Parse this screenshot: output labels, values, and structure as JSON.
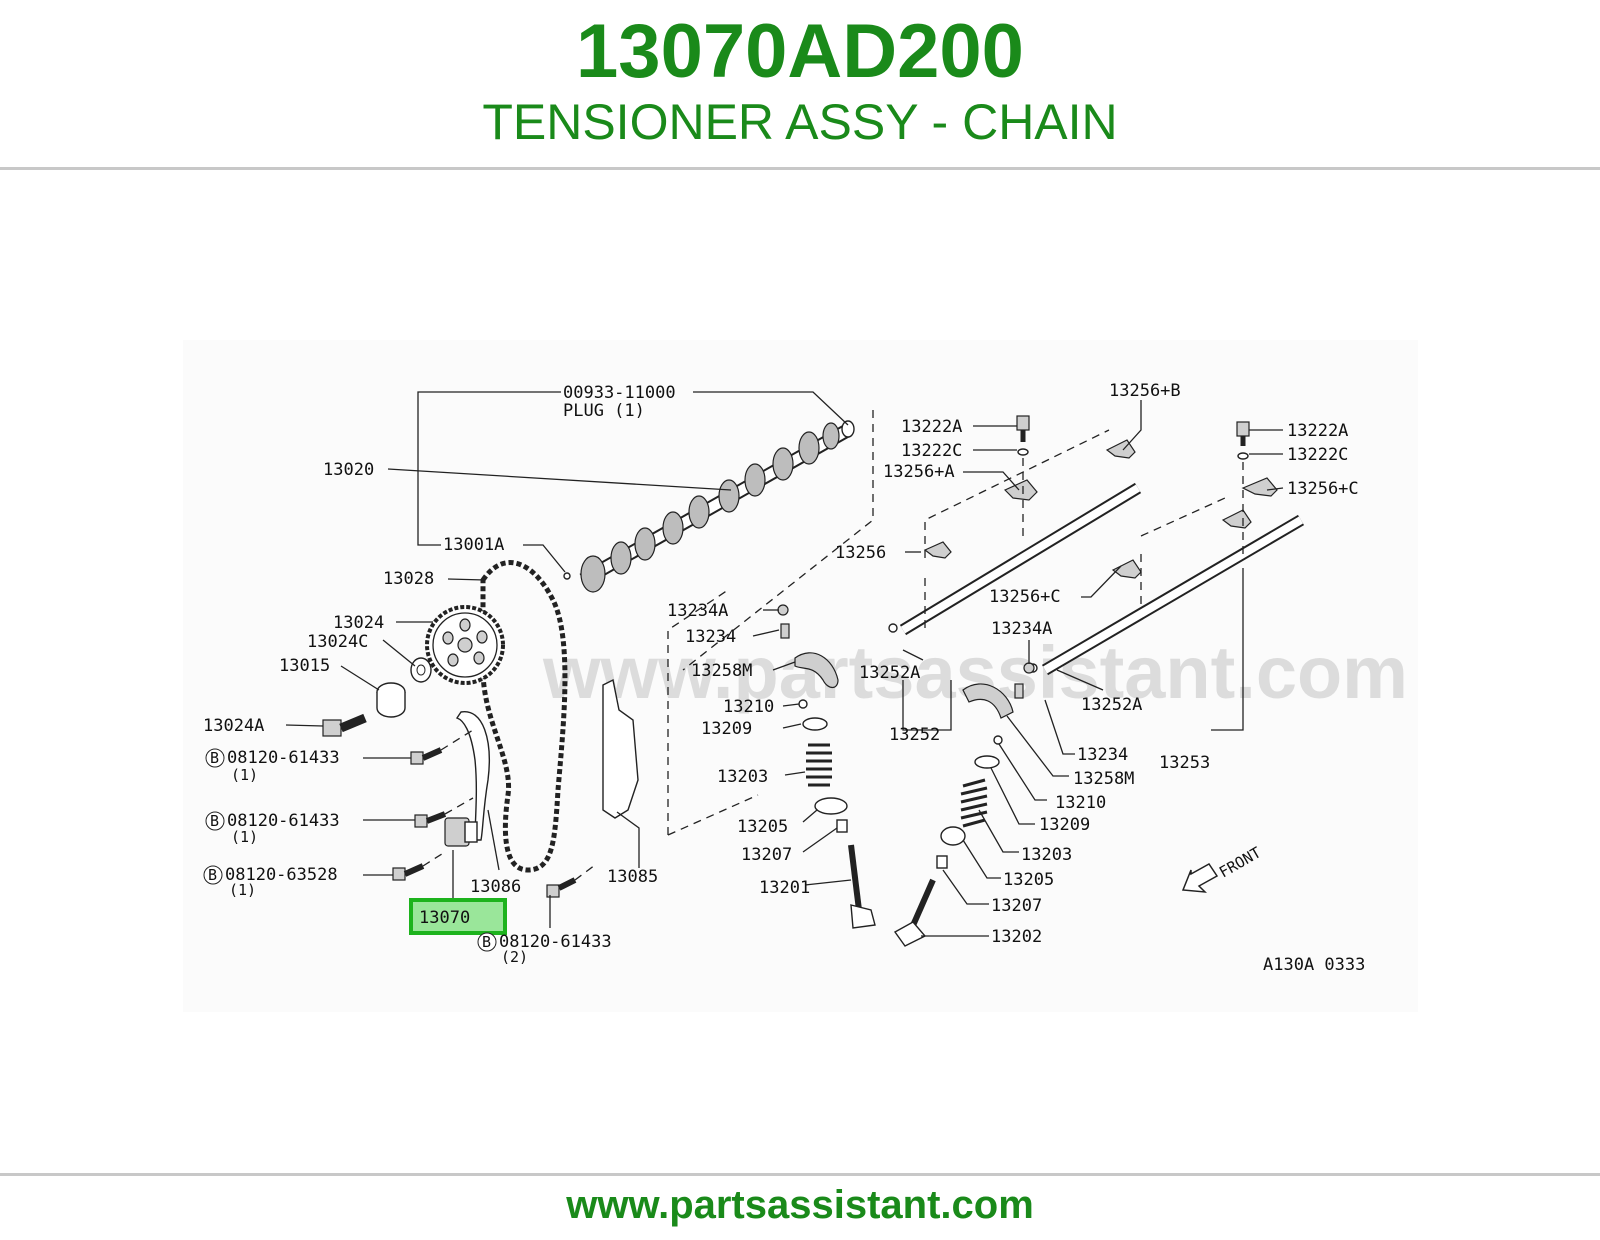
{
  "header": {
    "part_number": "13070AD200",
    "part_name": "TENSIONER ASSY - CHAIN"
  },
  "footer": {
    "url": "www.partsassistant.com"
  },
  "diagram": {
    "watermark": "www.partsassistant.com",
    "code": "A130A 0333",
    "front_label": "FRONT",
    "highlighted_callout": "13070",
    "callouts": {
      "plug_pn": "00933-11000",
      "plug_desc": "PLUG (1)",
      "c13020": "13020",
      "c13001a": "13001A",
      "c13028": "13028",
      "c13024": "13024",
      "c13024c": "13024C",
      "c13015": "13015",
      "c13024a": "13024A",
      "bolt1": "08120-61433",
      "bolt1_qty": "(1)",
      "bolt2": "08120-61433",
      "bolt2_qty": "(1)",
      "bolt3": "08120-63528",
      "bolt3_qty": "(1)",
      "bolt4": "08120-61433",
      "bolt4_qty": "(2)",
      "b_marker": "B",
      "c13086": "13086",
      "c13085": "13085",
      "c13234a_l": "13234A",
      "c13234_l": "13234",
      "c13258m_l": "13258M",
      "c13210_l": "13210",
      "c13209_l": "13209",
      "c13203_l": "13203",
      "c13205_l": "13205",
      "c13207_l": "13207",
      "c13201": "13201",
      "c13252a_l": "13252A",
      "c13252": "13252",
      "c13256": "13256",
      "c13256a": "13256+A",
      "c13256b": "13256+B",
      "c13222a_l": "13222A",
      "c13222c_l": "13222C",
      "c13222a_r": "13222A",
      "c13222c_r": "13222C",
      "c13256c_r": "13256+C",
      "c13256c_m": "13256+C",
      "c13234a_r": "13234A",
      "c13252a_r": "13252A",
      "c13253": "13253",
      "c13234_r": "13234",
      "c13258m_r": "13258M",
      "c13210_r": "13210",
      "c13209_r": "13209",
      "c13203_r": "13203",
      "c13205_r": "13205",
      "c13207_r": "13207",
      "c13202": "13202"
    }
  }
}
